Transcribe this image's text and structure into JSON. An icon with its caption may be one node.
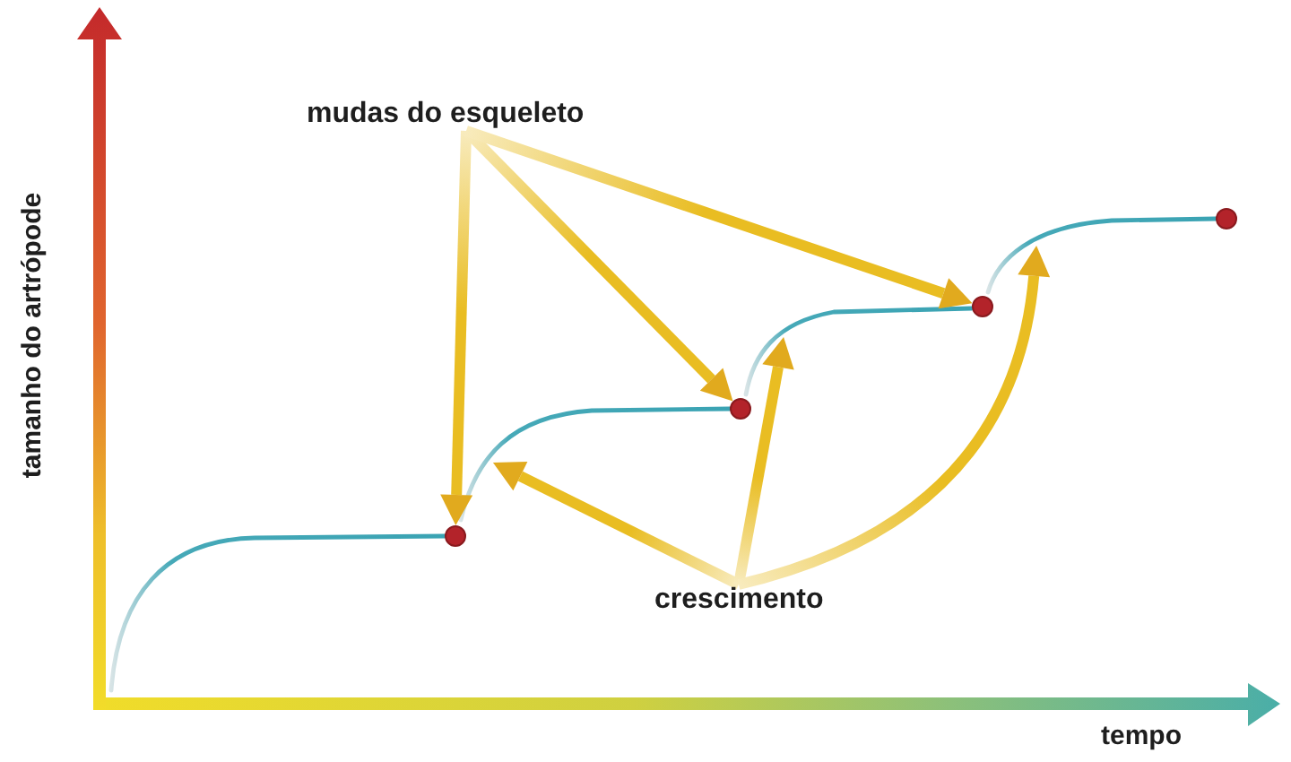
{
  "diagram": {
    "nodes": [
      {
        "text": [
          "mudas do esqueleto"
        ]
      },
      {
        "text": [],
        "shape": "curve"
      },
      {
        "text": [],
        "shape": "circle"
      },
      {
        "text": [],
        "shape": "curve"
      },
      {
        "text": [],
        "shape": "circle"
      },
      {
        "text": [],
        "shape": "curve"
      },
      {
        "text": [],
        "shape": "circle"
      },
      {
        "text": [],
        "shape": "curve"
      },
      {
        "text": [],
        "shape": "circle"
      },
      {
        "text": [
          "crescimento"
        ]
      }
    ],
    "edges": [
      {
        "from": 0,
        "to": 2,
        "arrow": "to"
      },
      {
        "from": 0,
        "to": 4,
        "arrow": "to"
      },
      {
        "from": 0,
        "to": 6,
        "arrow": "to"
      },
      {
        "from": 9,
        "to": 3,
        "arrow": "to"
      },
      {
        "from": 9,
        "to": 5,
        "arrow": "to"
      },
      {
        "from": 9,
        "to": 7,
        "arrow": "to"
      }
    ],
    "labels": [
      "tamanho do artrópode",
      "tempo"
    ]
  }
}
